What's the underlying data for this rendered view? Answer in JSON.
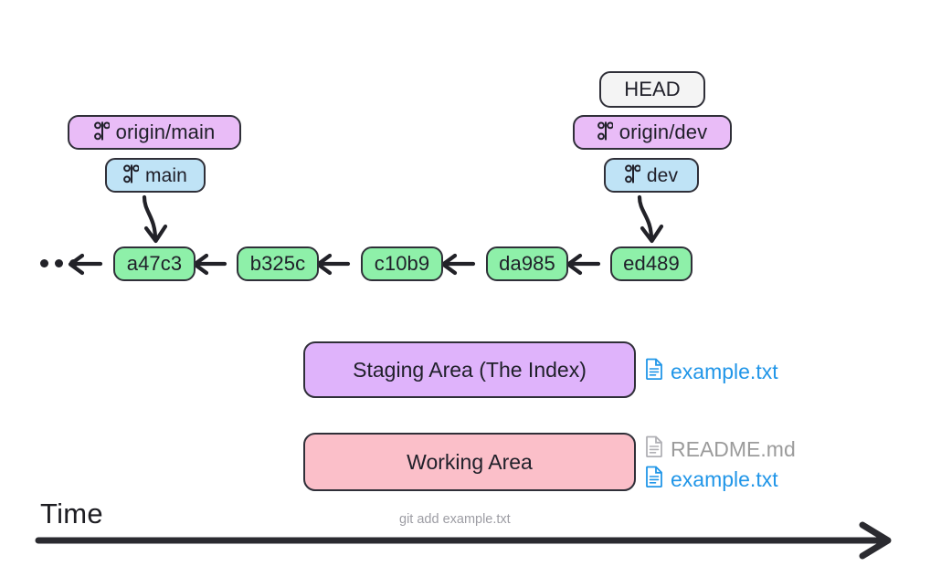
{
  "diagram": {
    "title": "git add example.txt",
    "colors": {
      "remote_branch": "#e9bcf7",
      "local_branch": "#bfe3f6",
      "commit": "#8ef0a9",
      "head": "#f4f4f4",
      "staging": "#dfb3fb",
      "working": "#fbbfc9",
      "file_tracked": "#2196e8",
      "file_untracked": "#9b9b9b",
      "outline": "#2f2f38",
      "background": "#ffffff"
    }
  },
  "refs": {
    "head": {
      "label": "HEAD",
      "icon": ""
    },
    "origin_main": {
      "label": "origin/main",
      "icon": "git-branch-icon"
    },
    "main": {
      "label": "main",
      "icon": "git-branch-icon"
    },
    "origin_dev": {
      "label": "origin/dev",
      "icon": "git-branch-icon"
    },
    "dev": {
      "label": "dev",
      "icon": "git-branch-icon"
    }
  },
  "commits": [
    {
      "hash": "a47c3"
    },
    {
      "hash": "b325c"
    },
    {
      "hash": "c10b9"
    },
    {
      "hash": "da985"
    },
    {
      "hash": "ed489"
    }
  ],
  "areas": {
    "staging": {
      "label": "Staging Area (The Index)"
    },
    "working": {
      "label": "Working Area"
    }
  },
  "files": {
    "staging": [
      {
        "name": "example.txt",
        "state": "tracked",
        "icon": "file-document-icon"
      }
    ],
    "working": [
      {
        "name": "README.md",
        "state": "untracked",
        "icon": "file-document-icon"
      },
      {
        "name": "example.txt",
        "state": "tracked",
        "icon": "file-document-icon"
      }
    ]
  },
  "timeline": {
    "axis_label": "Time",
    "command": "git add example.txt",
    "direction_icon": "arrow-right-icon"
  }
}
